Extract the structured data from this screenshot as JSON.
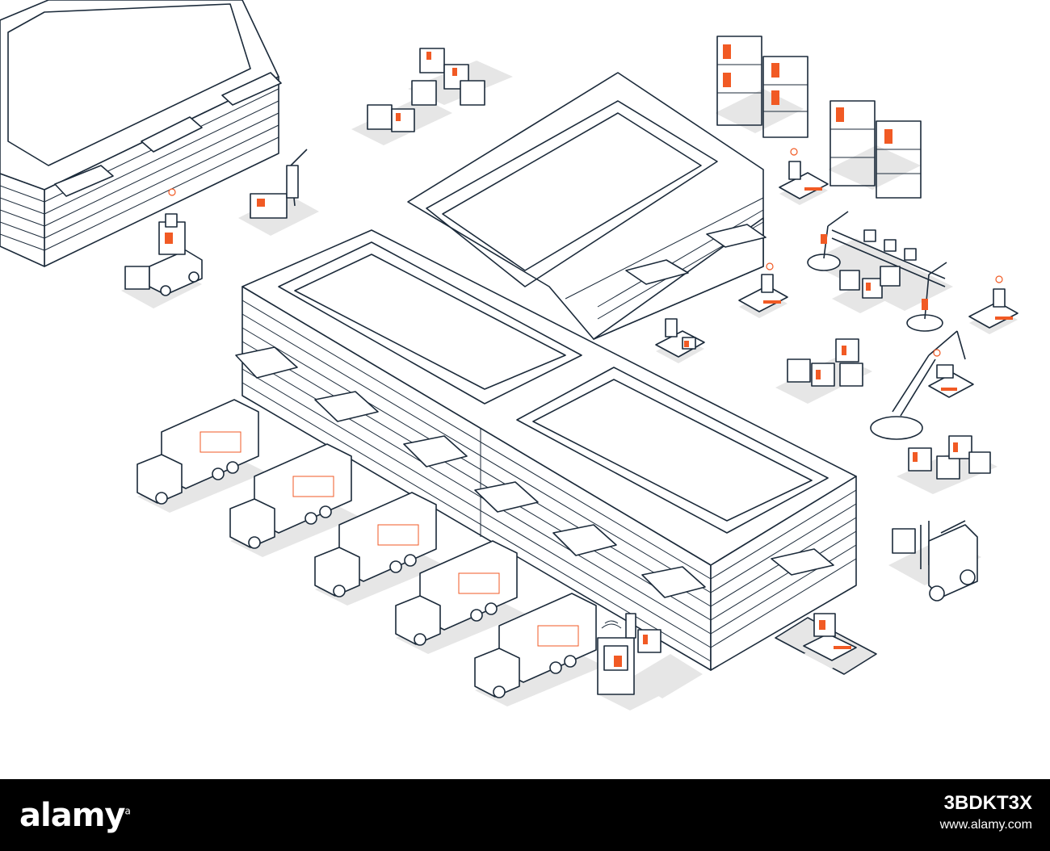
{
  "image": {
    "subject": "isometric warehouse logistics illustration",
    "colors": {
      "line": "#1b2a3a",
      "accent": "#f15a24",
      "shadow": "#e6e6e6",
      "background": "#ffffff"
    }
  },
  "footer": {
    "brand": "alamy",
    "image_id": "3BDKT3X",
    "url": "www.alamy.com"
  }
}
